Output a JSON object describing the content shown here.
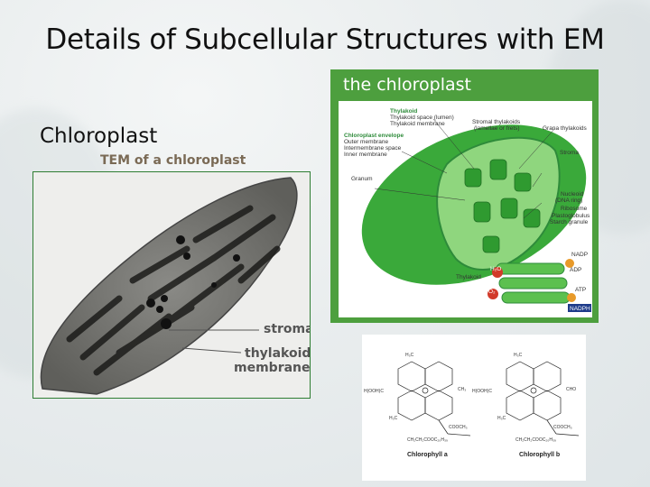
{
  "slide": {
    "title": "Details of Subcellular Structures with EM",
    "section_label": "Chloroplast"
  },
  "tem": {
    "caption": "TEM of a chloroplast",
    "labels": {
      "stroma": "stroma",
      "thylakoid_1": "thylakoid",
      "thylakoid_2": "membranes"
    }
  },
  "diagram": {
    "title": "the chloroplast",
    "labels": {
      "thylakoid": "Thylakoid",
      "thylakoid_space": "Thylakoid space (lumen)",
      "thylakoid_membrane": "Thylakoid membrane",
      "stromal_thylakoids_1": "Stromal thylakoids",
      "stromal_thylakoids_2": "(lamellae or frets)",
      "grana_thylakoids": "Grana thylakoids",
      "envelope": "Chloroplast envelope",
      "outer_membrane": "Outer membrane",
      "intermembrane_space": "Intermembrane space",
      "inner_membrane": "Inner membrane",
      "stroma": "Stroma",
      "granum": "Granum",
      "nucleoid_1": "Nucleoid",
      "nucleoid_2": "(DNA ring)",
      "ribosome": "Ribosome",
      "plastoglobulus": "Plastoglobulus",
      "starch_granule": "Starch granule",
      "thylakoid_inset": "Thylakoid",
      "nadp": "NADP",
      "adp": "ADP",
      "atp": "ATP",
      "nadph": "NADPH",
      "h2o": "H₂O",
      "o2": "O₂"
    }
  },
  "chemistry": {
    "left_label": "Chlorophyll a",
    "right_label": "Chlorophyll b",
    "groups": {
      "h3c": "H₃C",
      "ch3": "CH₃",
      "cho": "CHO",
      "h2c": "H₂C",
      "hooc": "H(OOH)C",
      "cooch3": "COOCH₃",
      "tail": "CH₂CH₂COOC₂₀H₃₉"
    }
  },
  "colors": {
    "panel_green": "#4d9f3e",
    "chloroplast_green": "#3aa93a",
    "stroma_green": "#8fd67e"
  }
}
